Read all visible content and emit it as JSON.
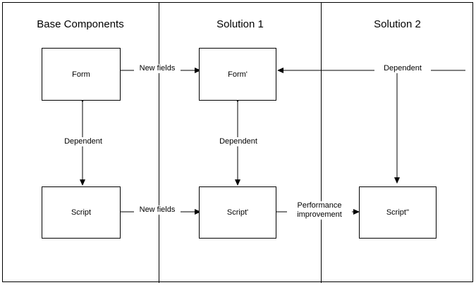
{
  "diagram": {
    "columns": [
      {
        "title": "Base Components"
      },
      {
        "title": "Solution 1"
      },
      {
        "title": "Solution 2"
      }
    ],
    "nodes": [
      {
        "id": "form",
        "label": "Form"
      },
      {
        "id": "script",
        "label": "Script"
      },
      {
        "id": "form1",
        "label": "Form'"
      },
      {
        "id": "script1",
        "label": "Script'"
      },
      {
        "id": "script2",
        "label": "Script''"
      }
    ],
    "edges": [
      {
        "id": "base-dependent",
        "label": "Dependent"
      },
      {
        "id": "form-to-form1",
        "label": "New fields"
      },
      {
        "id": "script-to-script1",
        "label": "New fields"
      },
      {
        "id": "sol1-dependent",
        "label": "Dependent"
      },
      {
        "id": "script1-to-script2",
        "label1": "Performance",
        "label2": "improvement"
      },
      {
        "id": "sol2-dependent",
        "label": "Dependent"
      }
    ]
  }
}
